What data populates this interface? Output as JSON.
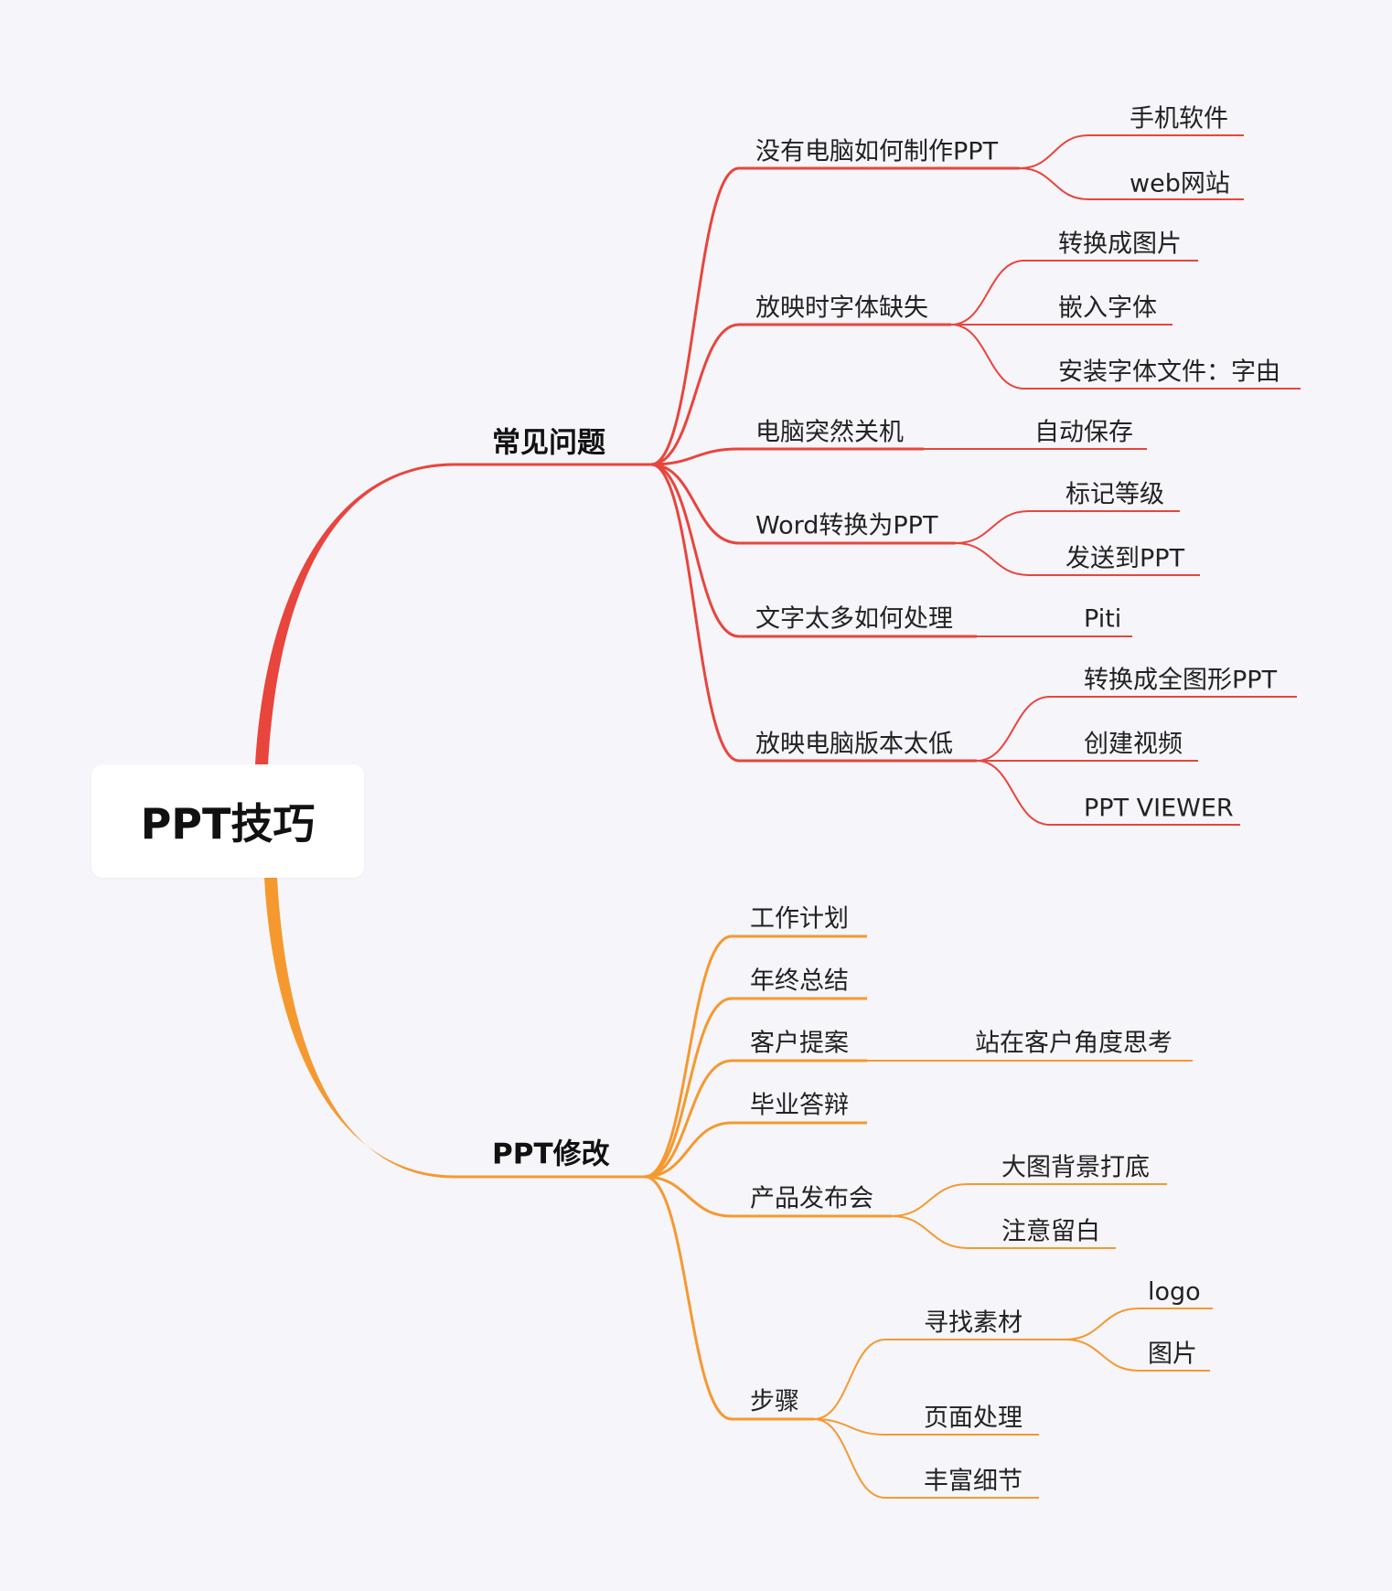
{
  "root": {
    "label": "PPT技巧"
  },
  "colors": {
    "branch1": "#e8453c",
    "branch2": "#f5992f",
    "text": "#222222",
    "background": "#f5f5fa"
  },
  "branches": [
    {
      "label": "常见问题",
      "children": [
        {
          "label": "没有电脑如何制作PPT",
          "children": [
            {
              "label": "手机软件"
            },
            {
              "label": "web网站"
            }
          ]
        },
        {
          "label": "放映时字体缺失",
          "children": [
            {
              "label": "转换成图片"
            },
            {
              "label": "嵌入字体"
            },
            {
              "label": "安装字体文件：字由"
            }
          ]
        },
        {
          "label": "电脑突然关机",
          "children": [
            {
              "label": "自动保存"
            }
          ]
        },
        {
          "label": "Word转换为PPT",
          "children": [
            {
              "label": "标记等级"
            },
            {
              "label": "发送到PPT"
            }
          ]
        },
        {
          "label": "文字太多如何处理",
          "children": [
            {
              "label": "Piti"
            }
          ]
        },
        {
          "label": "放映电脑版本太低",
          "children": [
            {
              "label": "转换成全图形PPT"
            },
            {
              "label": "创建视频"
            },
            {
              "label": "PPT VIEWER"
            }
          ]
        }
      ]
    },
    {
      "label": "PPT修改",
      "children": [
        {
          "label": "工作计划"
        },
        {
          "label": "年终总结"
        },
        {
          "label": "客户提案",
          "children": [
            {
              "label": "站在客户角度思考"
            }
          ]
        },
        {
          "label": "毕业答辩"
        },
        {
          "label": "产品发布会",
          "children": [
            {
              "label": "大图背景打底"
            },
            {
              "label": "注意留白"
            }
          ]
        },
        {
          "label": "步骤",
          "children": [
            {
              "label": "寻找素材",
              "children": [
                {
                  "label": "logo"
                },
                {
                  "label": "图片"
                }
              ]
            },
            {
              "label": "页面处理"
            },
            {
              "label": "丰富细节"
            }
          ]
        }
      ]
    }
  ]
}
